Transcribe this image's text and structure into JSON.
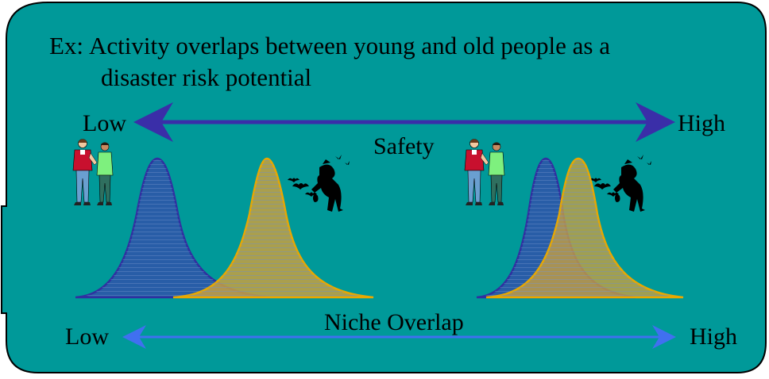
{
  "title": {
    "prefix": "Ex:",
    "line1": "Activity overlaps between young and old people as a",
    "line2": "disaster risk potential"
  },
  "safety_axis": {
    "low": "Low",
    "high": "High",
    "label": "Safety"
  },
  "niche_axis": {
    "low": "Low",
    "high": "High",
    "label": "Niche Overlap"
  },
  "colors": {
    "panel": "#009999",
    "panel_border": "#000000",
    "young_fill": "#2a5aa8",
    "young_stroke": "#3030a0",
    "old_fill": "#c8a040",
    "old_stroke": "#e8a800",
    "safety_arrow": "#3a2ea8",
    "niche_arrow": "#4070f0"
  },
  "icons": {
    "young": "young-people-icon",
    "old": "old-person-with-bats-icon"
  }
}
